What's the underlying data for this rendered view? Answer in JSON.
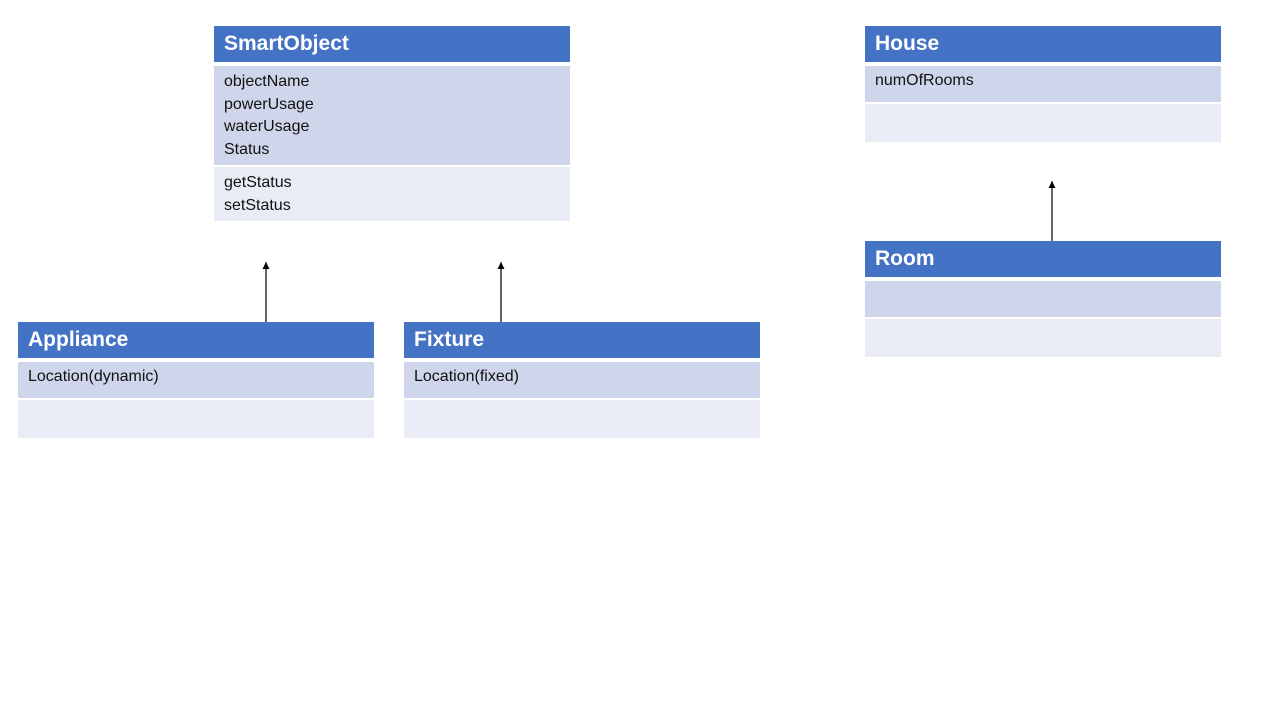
{
  "classes": {
    "smart_object": {
      "name": "SmartObject",
      "attributes": [
        "objectName",
        "powerUsage",
        "waterUsage",
        "Status"
      ],
      "methods": [
        "getStatus",
        "setStatus"
      ]
    },
    "appliance": {
      "name": "Appliance",
      "attributes": [
        "Location(dynamic)"
      ],
      "methods": []
    },
    "fixture": {
      "name": "Fixture",
      "attributes": [
        "Location(fixed)"
      ],
      "methods": []
    },
    "house": {
      "name": "House",
      "attributes": [
        "numOfRooms"
      ],
      "methods": []
    },
    "room": {
      "name": "Room",
      "attributes": [],
      "methods": []
    }
  },
  "relationships": [
    {
      "from": "Appliance",
      "to": "SmartObject"
    },
    {
      "from": "Fixture",
      "to": "SmartObject"
    },
    {
      "from": "Room",
      "to": "House"
    }
  ],
  "colors": {
    "header": "#4472c4",
    "attributes": "#cfd5ea",
    "methods": "#e9ebf5",
    "arrow": "#000000"
  }
}
